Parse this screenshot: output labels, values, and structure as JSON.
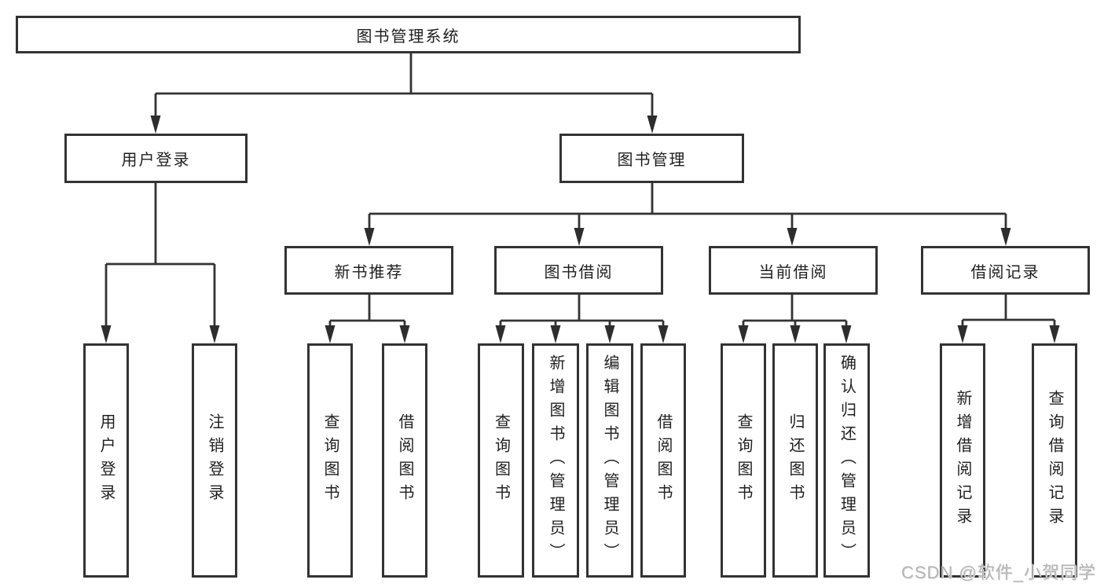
{
  "colors": {
    "line": "#333333",
    "box_border": "#333333",
    "text": "#1f1f1f",
    "watermark": "#b4b4b4",
    "background": "#ffffff"
  },
  "diagram": {
    "root": {
      "label": "图书管理系统"
    },
    "branches": [
      {
        "label": "用户登录",
        "children": [
          {
            "label": "用户登录"
          },
          {
            "label": "注销登录"
          }
        ]
      },
      {
        "label": "图书管理",
        "sections": [
          {
            "label": "新书推荐",
            "children": [
              {
                "label": "查询图书"
              },
              {
                "label": "借阅图书"
              }
            ]
          },
          {
            "label": "图书借阅",
            "children": [
              {
                "label": "查询图书"
              },
              {
                "label": "新增图书（管理员）"
              },
              {
                "label": "编辑图书（管理员）"
              },
              {
                "label": "借阅图书"
              }
            ]
          },
          {
            "label": "当前借阅",
            "children": [
              {
                "label": "查询图书"
              },
              {
                "label": "归还图书"
              },
              {
                "label": "确认归还（管理员）"
              }
            ]
          },
          {
            "label": "借阅记录",
            "children": [
              {
                "label": "新增借阅记录"
              },
              {
                "label": "查询借阅记录"
              }
            ]
          }
        ]
      }
    ]
  },
  "watermark": {
    "text": "CSDN @软件_小贺同学"
  }
}
